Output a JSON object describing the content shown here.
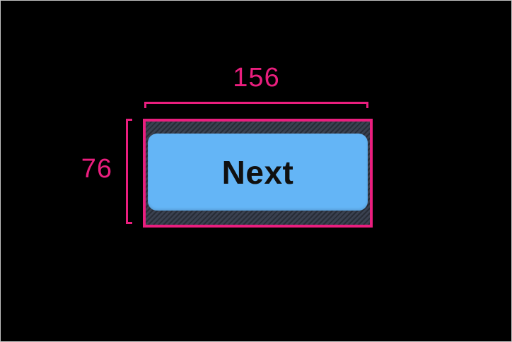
{
  "colors": {
    "canvas_bg": "#000000",
    "frame_border": "#c2c2c2",
    "accent": "#ea1e7e",
    "button_fill": "#64b5f6",
    "button_text": "#101010",
    "hatch_base": "#3a4150",
    "hatch_stripe": "#272c36"
  },
  "measurements": {
    "width_label": "156",
    "height_label": "76"
  },
  "button": {
    "label": "Next"
  }
}
